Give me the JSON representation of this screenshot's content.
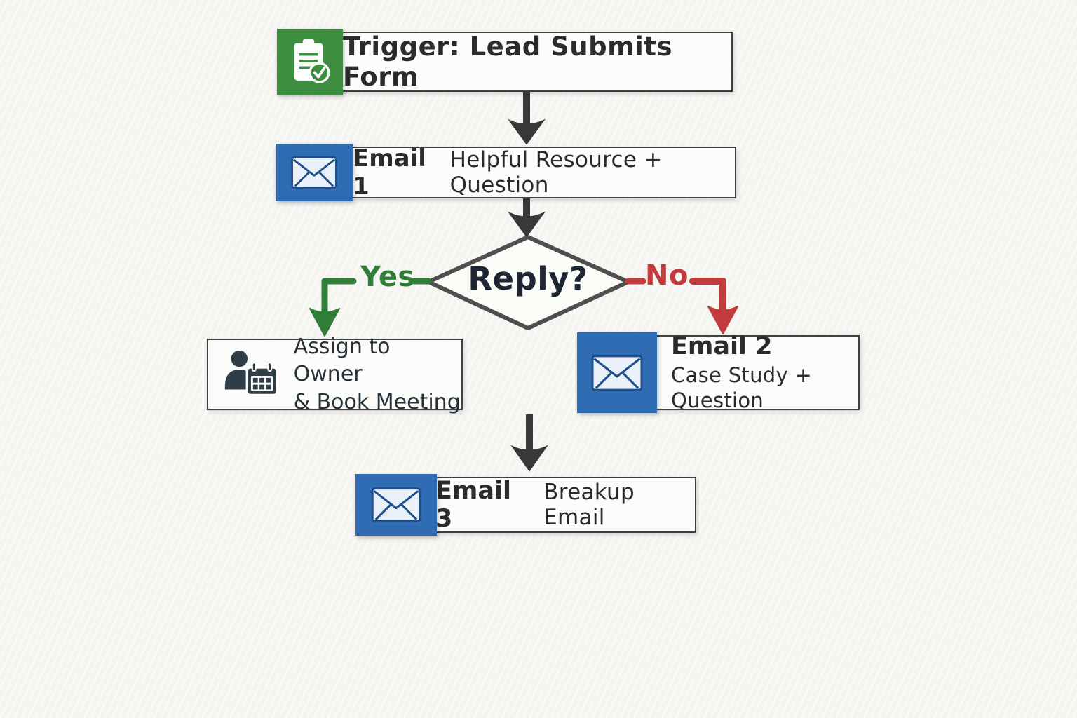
{
  "colors": {
    "bg": "#f5f4f1",
    "green": "#3e8e41",
    "green_line": "#2f7d36",
    "blue": "#2f6cb3",
    "red": "#c23b3d",
    "arrow": "#383838",
    "border": "#3f3f3f",
    "text": "#2b2b2b",
    "diamond_stroke": "#4f4f4f"
  },
  "nodes": {
    "trigger": {
      "label": "Trigger: Lead Submits Form",
      "icon": "clipboard-check-icon"
    },
    "email1": {
      "prefix": "Email 1",
      "label": "Helpful Resource + Question",
      "icon": "envelope-icon"
    },
    "decision": {
      "label": "Reply?"
    },
    "branches": {
      "yes": "Yes",
      "no": "No"
    },
    "assign": {
      "line1": "Assign to Owner",
      "line2": "& Book Meeting",
      "icon": "person-calendar-icon"
    },
    "email2": {
      "prefix": "Email 2",
      "label": "Case Study + Question",
      "icon": "envelope-icon"
    },
    "email3": {
      "prefix": "Email 3",
      "label": "Breakup Email",
      "icon": "envelope-icon"
    }
  }
}
